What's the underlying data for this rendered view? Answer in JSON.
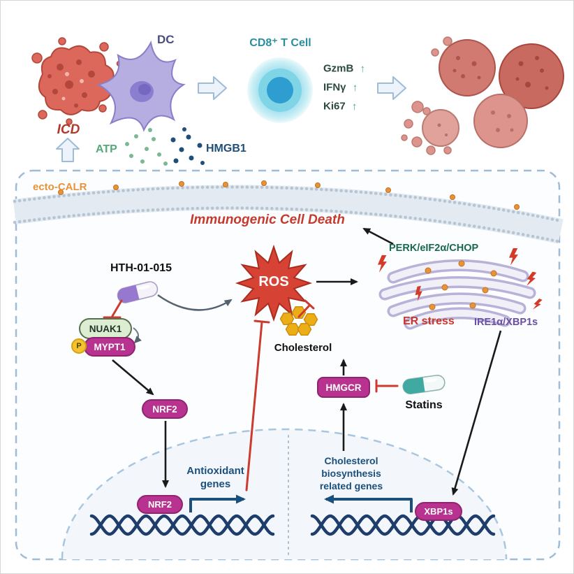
{
  "top": {
    "dc": "DC",
    "tcell": "CD8⁺ T Cell",
    "markers": [
      {
        "label": "GzmB",
        "arrow": "↑"
      },
      {
        "label": "IFNγ",
        "arrow": "↑"
      },
      {
        "label": "Ki67",
        "arrow": "↑"
      }
    ],
    "icd": "ICD",
    "atp": "ATP",
    "hmgb1": "HMGB1"
  },
  "cell": {
    "ecto_calr": "ecto-CALR",
    "icd_title": "Immunogenic Cell Death",
    "hth": "HTH-01-015",
    "nuak1": "NUAK1",
    "p": "P",
    "mypt1": "MYPT1",
    "nrf2": "NRF2",
    "ros": "ROS",
    "perk": "PERK/eIF2α/CHOP",
    "er_stress": "ER stress",
    "ire1": "IRE1α/XBP1s",
    "cholesterol": "Cholesterol",
    "hmgcr": "HMGCR",
    "statins": "Statins"
  },
  "nucleus": {
    "nrf2": "NRF2",
    "antioxidant_genes": "Antioxidant\ngenes",
    "cholesterol_genes": "Cholesterol\nbiosynthesis\nrelated genes",
    "xbp1s": "XBP1s"
  },
  "colors": {
    "icd_red": "#b03a2e",
    "title_red": "#c43a2e",
    "magenta": "#b8338f",
    "tcell_teal": "#2a8f9c",
    "atp_green": "#55a878",
    "hmgb1_navy": "#1f4e79",
    "calr_orange": "#e8923a",
    "ros_red": "#d64334",
    "perk_green": "#19694e",
    "ire1_purple": "#6a4fa3",
    "gene_blue": "#1b4f7c",
    "dna_navy": "#1e3d6b",
    "inhibit_red": "#cc3b2f"
  }
}
